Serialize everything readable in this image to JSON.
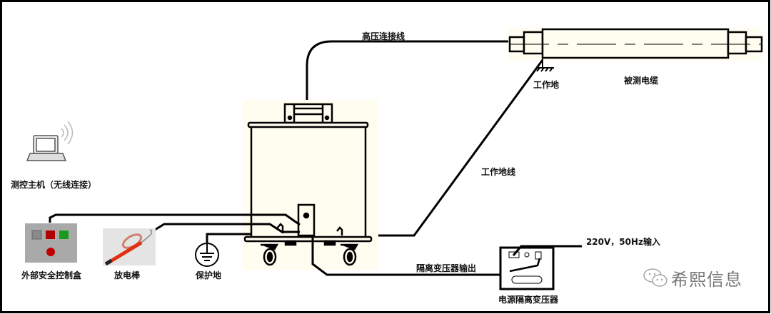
{
  "labels": {
    "hv_wire": "高压连接线",
    "cable": "被测电缆",
    "work_ground": "工作地",
    "work_ground_wire": "工作地线",
    "host": "测控主机（无线连接）",
    "safety_box": "外部安全控制盒",
    "discharge_rod": "放电棒",
    "protect_ground": "保护地",
    "transformer_output": "隔离变压器输出",
    "power_input": "220V，50Hz输入",
    "transformer": "电源隔离变压器"
  },
  "watermark": "希熙信息",
  "colors": {
    "box_fill": "#fffdf0",
    "panel_gray": "#a9a9a9",
    "red": "#b00000",
    "green": "#1a9a1a",
    "rod": "#e03010"
  }
}
